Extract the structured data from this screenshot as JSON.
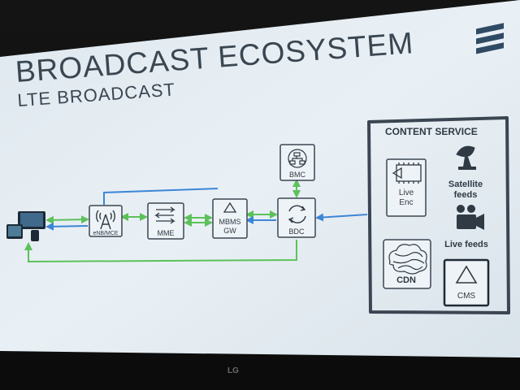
{
  "slide": {
    "title": "BROADCAST ECOSYSTEM",
    "subtitle": "LTE BROADCAST",
    "tv_brand": "LG"
  },
  "nodes": {
    "enb": "eNB/MCE",
    "mme": "MME",
    "mbms_line1": "MBMS",
    "mbms_line2": "GW",
    "bdc": "BDC",
    "bmc": "BMC"
  },
  "content_service": {
    "title": "CONTENT SERVICE",
    "live_enc_line1": "Live",
    "live_enc_line2": "Enc",
    "satellite_line1": "Satellite",
    "satellite_line2": "feeds",
    "live_feeds": "Live feeds",
    "cdn": "CDN",
    "cms": "CMS"
  },
  "colors": {
    "screen": "#e4ecf2",
    "blue_link": "#3c86d6",
    "green_link": "#5cc15a",
    "box_stroke": "#3b4652"
  }
}
